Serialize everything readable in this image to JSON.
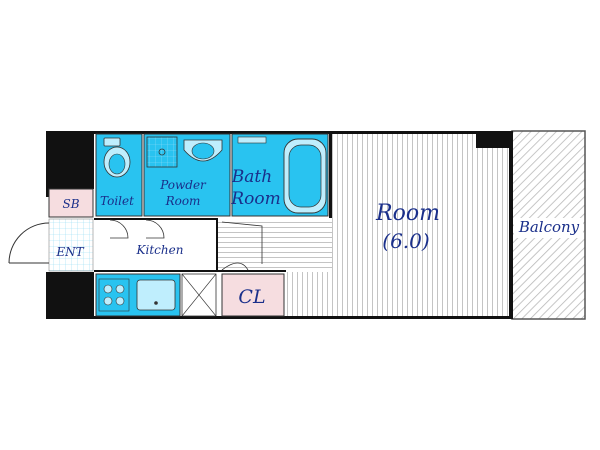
{
  "floorplan": {
    "rooms": {
      "room": {
        "label": "Room",
        "size": "(6.0)"
      },
      "balcony": {
        "label": "Balcony"
      },
      "bathroom": {
        "label_line1": "Bath",
        "label_line2": "Room"
      },
      "powder_room": {
        "label_line1": "Powder",
        "label_line2": "Room"
      },
      "toilet": {
        "label": "Toilet"
      },
      "kitchen": {
        "label": "Kitchen"
      },
      "closet": {
        "label": "CL"
      },
      "shoe_box": {
        "label": "SB"
      },
      "entrance": {
        "label": "ENT"
      }
    },
    "colors": {
      "wall": "#111111",
      "fixture_blue": "#29c3f0",
      "fixture_pink": "#f6dde0",
      "label_blue": "#1a2f8a",
      "floor_lines": "#b5b5b5",
      "balcony_hatch": "#b8b8b8"
    }
  }
}
